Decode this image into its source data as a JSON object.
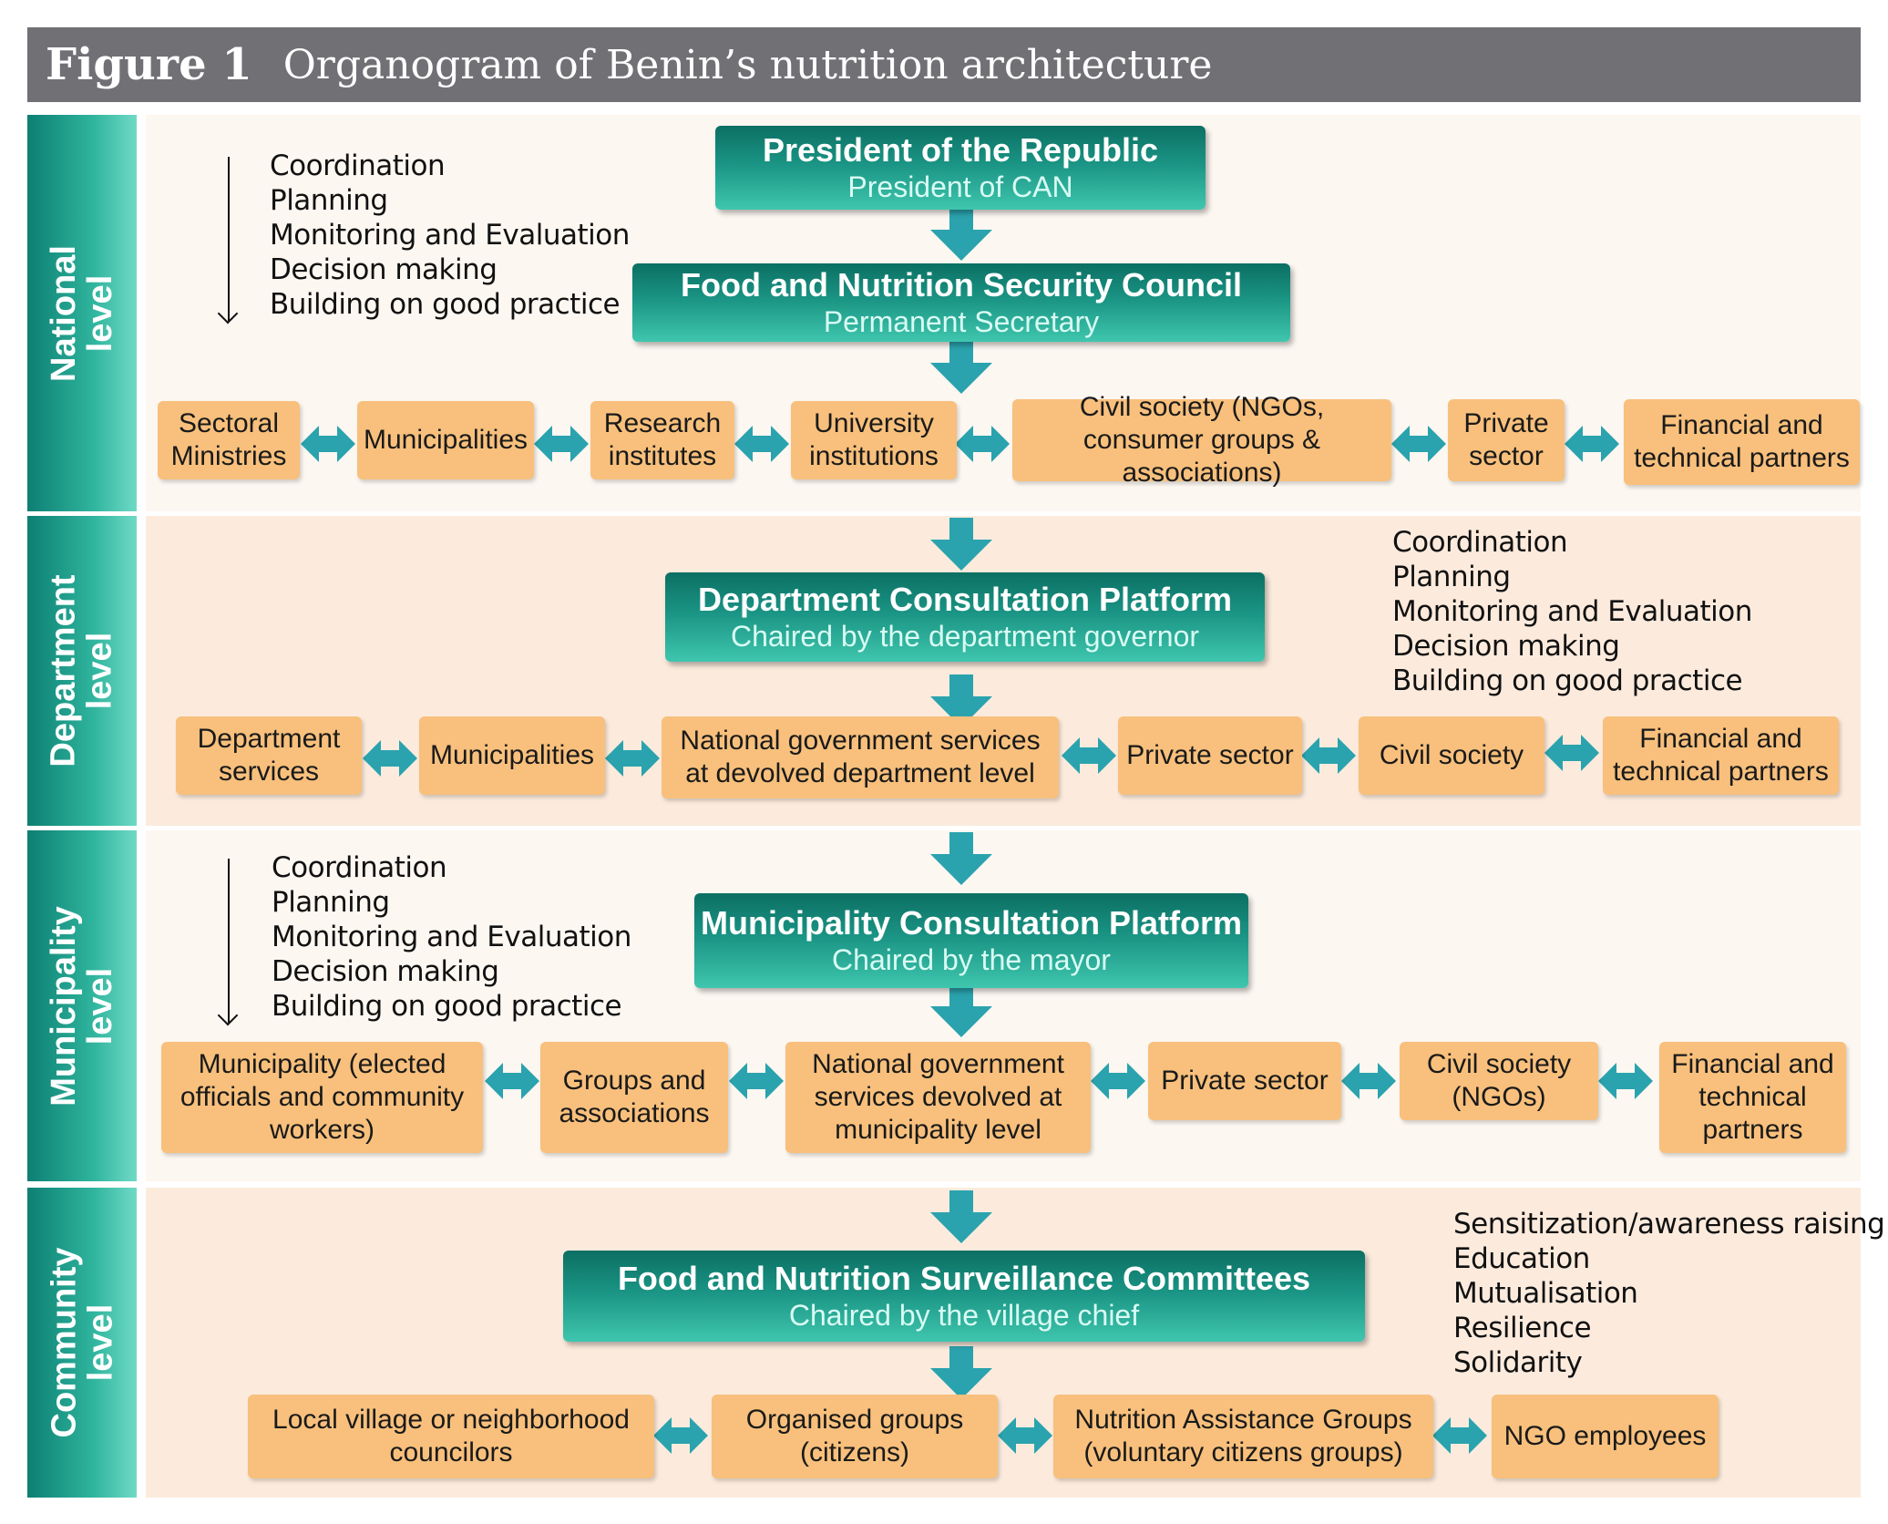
{
  "figure": {
    "label": "Figure 1",
    "title": "Organogram of Benin’s nutrition architecture"
  },
  "colors": {
    "teal_dark": "#0c6f63",
    "teal_light": "#3fc6ae",
    "box_orange": "#f8c07c",
    "arrow_teal": "#2aa3ae",
    "band_light": "#fdf7f1",
    "band_mid": "#fcebdd",
    "header_gray": "#707075"
  },
  "levels": [
    {
      "label": "National level",
      "platforms": [
        {
          "title": "President of the Republic",
          "subtitle": "President of CAN"
        },
        {
          "title": "Food and Nutrition Security Council",
          "subtitle": "Permanent Secretary"
        }
      ],
      "functions": [
        "Coordination",
        "Planning",
        "Monitoring and Evaluation",
        "Decision making",
        "Building on good practice"
      ],
      "actors": [
        "Sectoral Ministries",
        "Municipalities",
        "Research institutes",
        "University institutions",
        "Civil society (NGOs, consumer groups & associations)",
        "Private sector",
        "Financial and technical partners"
      ]
    },
    {
      "label": "Department level",
      "platforms": [
        {
          "title": "Department Consultation Platform",
          "subtitle": "Chaired by the department governor"
        }
      ],
      "functions": [
        "Coordination",
        "Planning",
        "Monitoring and Evaluation",
        "Decision making",
        "Building on good practice"
      ],
      "actors": [
        "Department services",
        "Municipalities",
        "National government services at devolved department level",
        "Private sector",
        "Civil society",
        "Financial and technical partners"
      ]
    },
    {
      "label": "Municipality level",
      "platforms": [
        {
          "title": "Municipality Consultation Platform",
          "subtitle": "Chaired by the mayor"
        }
      ],
      "functions": [
        "Coordination",
        "Planning",
        "Monitoring and Evaluation",
        "Decision making",
        "Building on good practice"
      ],
      "actors": [
        "Municipality (elected officials and community workers)",
        "Groups and associations",
        "National government services devolved at municipality level",
        "Private sector",
        "Civil society (NGOs)",
        "Financial and technical partners"
      ]
    },
    {
      "label": "Community level",
      "platforms": [
        {
          "title": "Food and Nutrition Surveillance Committees",
          "subtitle": "Chaired by the village chief"
        }
      ],
      "functions": [
        "Sensitization/awareness raising",
        "Education",
        "Mutualisation",
        "Resilience",
        "Solidarity"
      ],
      "actors": [
        "Local village or neighborhood councilors",
        "Organised groups (citizens)",
        "Nutrition Assistance Groups (voluntary citizens groups)",
        "NGO employees"
      ]
    }
  ]
}
